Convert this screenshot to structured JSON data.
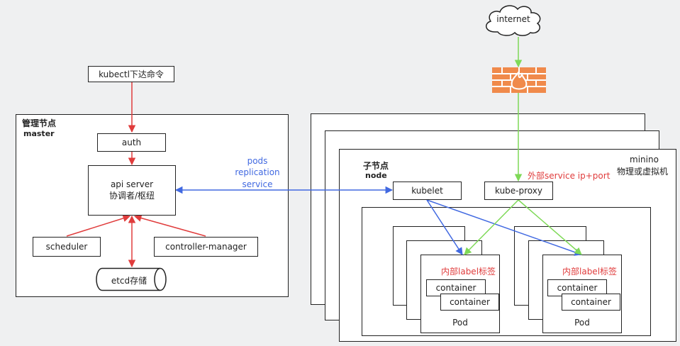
{
  "internet": "internet",
  "kubectl": "kubectl下达命令",
  "master": {
    "title_cn": "管理节点",
    "title_en": "master",
    "auth": "auth",
    "api_line1": "api server",
    "api_line2": "协调者/枢纽",
    "scheduler": "scheduler",
    "controller": "controller-manager",
    "etcd": "etcd存储"
  },
  "link": {
    "line1": "pods",
    "line2": "replication",
    "line3": "service"
  },
  "worker": {
    "title_cn": "子节点",
    "title_en": "node",
    "host_line1": "minino",
    "host_line2": "物理或虚拟机",
    "kubelet": "kubelet",
    "kube_proxy": "kube-proxy",
    "external_service": "外部service ip+port"
  },
  "pods": [
    {
      "label_tag": "内部label标签",
      "container1": "container",
      "container2": "container",
      "name": "Pod"
    },
    {
      "label_tag": "内部label标签",
      "container1": "container",
      "container2": "container",
      "name": "Pod"
    }
  ],
  "colors": {
    "red": "#e03c3c",
    "blue": "#4169e1",
    "green": "#7ed957",
    "firewall": "#f08a4b"
  },
  "icons": {
    "cloud": "cloud-icon",
    "firewall": "firewall-icon"
  }
}
